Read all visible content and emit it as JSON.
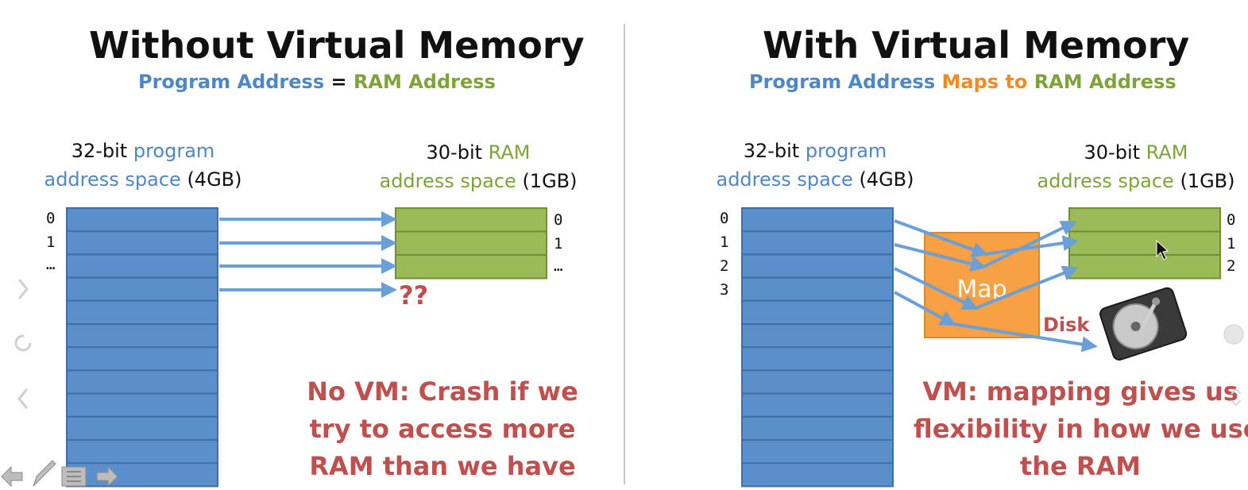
{
  "left": {
    "title": "Without Virtual Memory",
    "subtitle": {
      "part1": "Program Address",
      "part2": "=",
      "part3": "RAM Address"
    },
    "program_label": {
      "line1_a": "32-bit ",
      "line1_b": "program",
      "line2_a": "address space",
      "line2_b": " (4GB)"
    },
    "ram_label": {
      "line1_a": "30-bit ",
      "line1_b": "RAM",
      "line2_a": "address space",
      "line2_b": " (1GB)"
    },
    "program_indices": [
      "0",
      "1",
      "…"
    ],
    "ram_indices": [
      "0",
      "1",
      "…"
    ],
    "unmapped": "??",
    "note": [
      "No VM: Crash if we",
      "try to access more",
      "RAM than we have"
    ]
  },
  "right": {
    "title": "With Virtual Memory",
    "subtitle": {
      "part1": "Program Address",
      "part2": " Maps to ",
      "part3": "RAM Address"
    },
    "program_label": {
      "line1_a": "32-bit ",
      "line1_b": "program",
      "line2_a": "address space",
      "line2_b": " (4GB)"
    },
    "ram_label": {
      "line1_a": "30-bit ",
      "line1_b": "RAM",
      "line2_a": "address space",
      "line2_b": " (1GB)"
    },
    "program_indices": [
      "0",
      "1",
      "2",
      "3"
    ],
    "ram_indices": [
      "0",
      "1",
      "2"
    ],
    "map_label": "Map",
    "disk_label": "Disk",
    "note": [
      "VM: mapping gives us",
      "flexibility in how we use",
      "the RAM"
    ]
  },
  "colors": {
    "program_block": "#5b8fcb",
    "ram_block": "#9bbb59",
    "map_block": "#f7a044",
    "arrow": "#6a9fd8",
    "note_red": "#c0504d"
  },
  "icons": [
    "hard-disk-icon",
    "back-arrow-icon",
    "pen-icon",
    "menu-icon",
    "forward-arrow-icon",
    "chevron-right-icon",
    "refresh-icon",
    "chevron-left-icon",
    "mouse-cursor-icon"
  ]
}
